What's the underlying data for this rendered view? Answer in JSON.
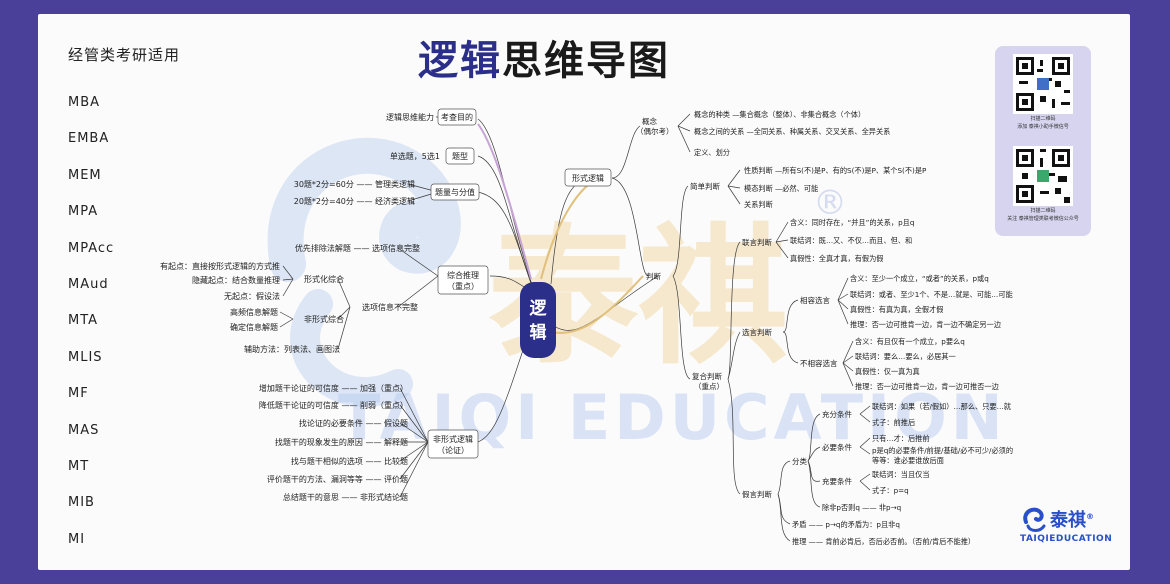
{
  "title_accent": "逻辑",
  "title_rest": "思维导图",
  "sidebar": {
    "title": "经管类考研适用",
    "items": [
      "MBA",
      "EMBA",
      "MEM",
      "MPA",
      "MPAcc",
      "MAud",
      "MTA",
      "MLIS",
      "MF",
      "MAS",
      "MT",
      "MIB",
      "MI"
    ]
  },
  "center": "逻辑",
  "qr": {
    "cap1": [
      "扫描二维码",
      "添加 泰祺小助手微信号"
    ],
    "cap2": [
      "扫描二维码",
      "关注 泰祺管理类联考微信公众号"
    ]
  },
  "logo": {
    "brand": "泰祺",
    "reg": "®",
    "sub": "TAIQIEDUCATION"
  },
  "watermark": {
    "brand": "泰祺",
    "reg": "®",
    "sub": "TAIQI EDUCATION"
  },
  "left": {
    "kaocha": "考查目的",
    "kaocha_leaf": "逻辑思维能力",
    "tixing": "题型",
    "tixing_leaf": "单选题，5选1",
    "tiliang": "题量与分值",
    "tiliang_a": "30题*2分=60分 —— 管理类逻辑",
    "tiliang_b": "20题*2分=40分 —— 经济类逻辑",
    "zonghe": [
      "综合推理",
      "（重点）"
    ],
    "zonghe_a": "优先排除法解题 —— 选项信息完整",
    "zonghe_b": "选项信息不完整",
    "xingshihua": "形式化综合",
    "xs_leaves": [
      "有起点：直接按形式逻辑的方式推",
      "隐藏起点：结合数量推理",
      "无起点：假设法"
    ],
    "feixingshi": "非形式综合",
    "fx_leaves": [
      "高频信息解题",
      "确定信息解题"
    ],
    "fuzhu": "辅助方法：列表法、画图法",
    "fxlj": [
      "非形式逻辑",
      "（论证）"
    ],
    "fxlj_leaves": [
      "增加题干论证的可信度 —— 加强（重点）",
      "降低题干论证的可信度 —— 削弱（重点）",
      "找论证的必要条件 —— 假设题",
      "找题干的现象发生的原因 —— 解释题",
      "找与题干相似的选项 —— 比较题",
      "评价题干的方法、漏洞等等 —— 评价题",
      "总结题干的意思 —— 非形式结论题"
    ]
  },
  "right": {
    "xingshi": "形式逻辑",
    "gainian": [
      "概念",
      "（偶尔考）"
    ],
    "gn_leaves": [
      "概念的种类 —集合概念（整体）、非集合概念（个体）",
      "概念之间的关系 —全同关系、种属关系、交叉关系、全异关系",
      "定义、划分"
    ],
    "panduan": "判断",
    "jiandan": "简单判断",
    "jd_leaves": [
      "性质判断 —所有S(不)是P、有的S(不)是P、某个S(不)是P",
      "模态判断 —必然、可能",
      "关系判断"
    ],
    "fuhe": [
      "复合判断",
      "（重点）"
    ],
    "lianyan": "联言判断",
    "ly_leaves": [
      "含义：同时存在，“并且”的关系，p且q",
      "联结词：既…又、不仅…而且、但、和",
      "真假性：全真才真，有假为假"
    ],
    "xuanyan": "选言判断",
    "xiangrong": "相容选言",
    "xr_leaves": [
      "含义：至少一个成立，“或者”的关系，p或q",
      "联结词：或者、至少1个、不是…就是、可能…可能",
      "真假性：有真为真，全假才假",
      "推理：否一边可推肯一边，肯一边不确定另一边"
    ],
    "buxiangrong": "不相容选言",
    "bx_leaves": [
      "含义：有且仅有一个成立，p要么q",
      "联结词：要么…要么，必居其一",
      "真假性：仅一真为真",
      "推理：否一边可推肯一边，肯一边可推否一边"
    ],
    "jiayan": "假言判断",
    "fenlei": "分类",
    "chongfen": "充分条件",
    "cf_leaves": [
      "联结词：如果（若/假如）…那么、只要…就",
      "式子：前推后"
    ],
    "biyao": "必要条件",
    "by_leaves": [
      "只有…才：后推前",
      "p是q的必要条件/前提/基础/必不可少/必须的",
      "等等：谁必要谁放后面"
    ],
    "chongyao": "充要条件",
    "cy_leaves": [
      "联结词：当且仅当",
      "式子：p=q"
    ],
    "chufei": "除非p否则q —— 非p→q",
    "maodun": "矛盾 —— p→q的矛盾为：p且非q",
    "tuili": "推理 —— 肯前必肯后，否后必否前。（否前/肯后不能推）"
  }
}
